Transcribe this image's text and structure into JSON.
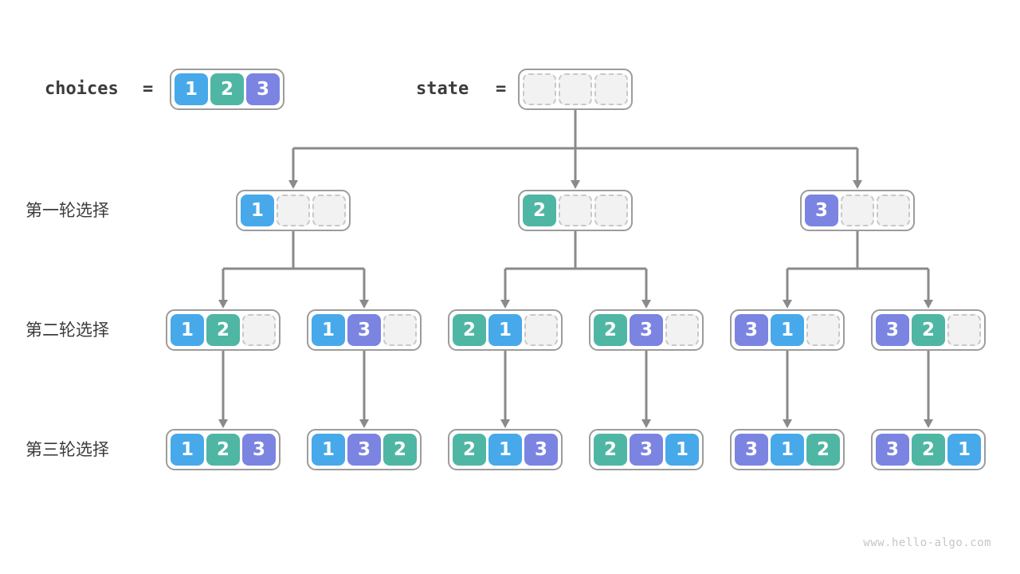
{
  "header": {
    "choices_label": "choices",
    "state_label": "state",
    "equals": "=",
    "choices": [
      1,
      2,
      3
    ],
    "state": [
      null,
      null,
      null
    ]
  },
  "rows": [
    {
      "label": "第一轮选择",
      "boxes": [
        [
          1,
          null,
          null
        ],
        [
          2,
          null,
          null
        ],
        [
          3,
          null,
          null
        ]
      ]
    },
    {
      "label": "第二轮选择",
      "boxes": [
        [
          1,
          2,
          null
        ],
        [
          1,
          3,
          null
        ],
        [
          2,
          1,
          null
        ],
        [
          2,
          3,
          null
        ],
        [
          3,
          1,
          null
        ],
        [
          3,
          2,
          null
        ]
      ]
    },
    {
      "label": "第三轮选择",
      "boxes": [
        [
          1,
          2,
          3
        ],
        [
          1,
          3,
          2
        ],
        [
          2,
          1,
          3
        ],
        [
          2,
          3,
          1
        ],
        [
          3,
          1,
          2
        ],
        [
          3,
          2,
          1
        ]
      ]
    }
  ],
  "colors": {
    "value_1": "#47A9EA",
    "value_2": "#4FB6A4",
    "value_3": "#7B84E1",
    "line": "#8a8a8a",
    "box_border": "#9c9c9c",
    "empty_fill": "#f2f2f3",
    "empty_border": "#c8c8c8",
    "text": "#3b3b3b",
    "watermark": "#c6c6c6"
  },
  "watermark": "www.hello-algo.com"
}
